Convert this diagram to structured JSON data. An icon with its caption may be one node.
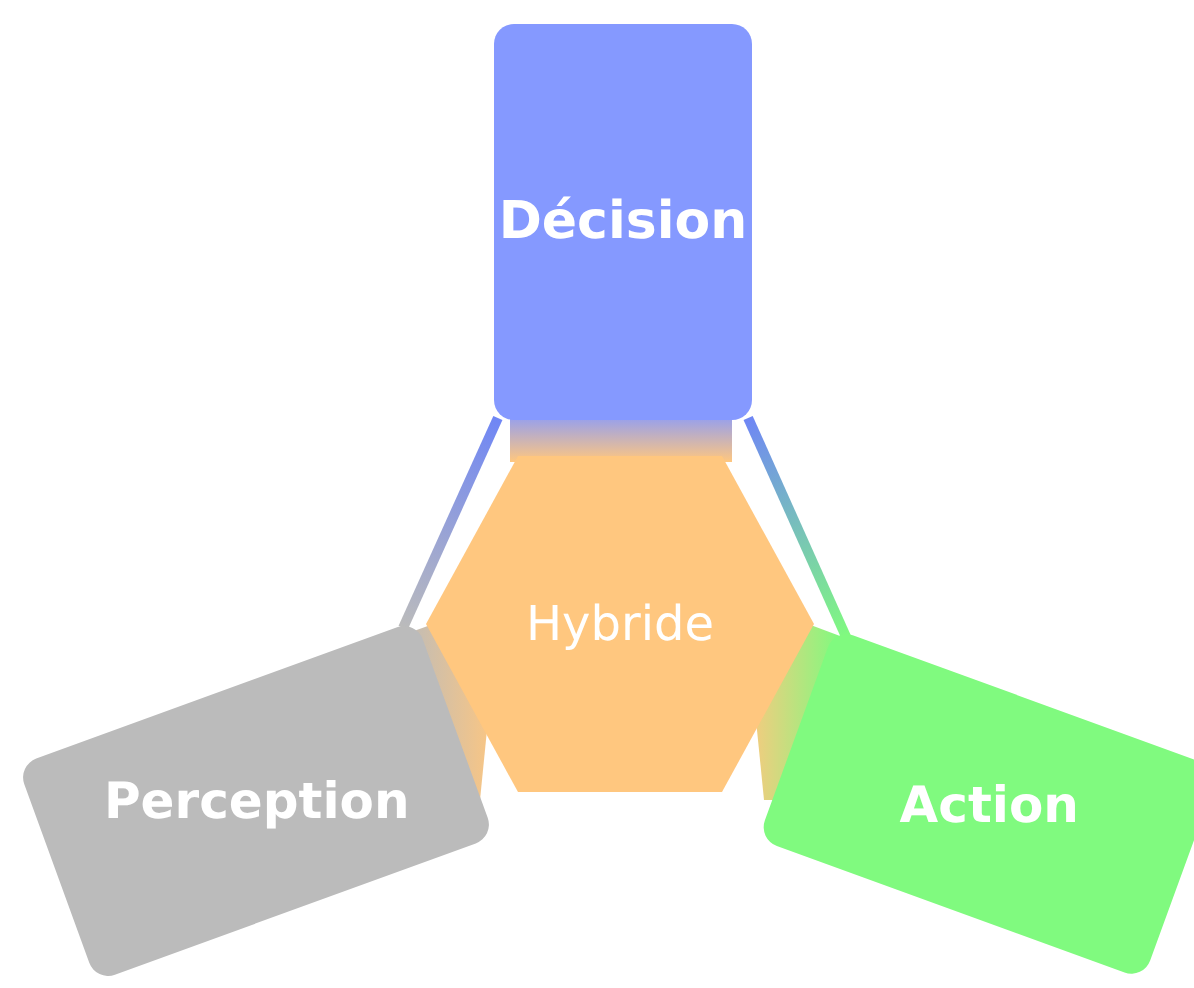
{
  "diagram": {
    "nodes": [
      {
        "text": [
          "Décision"
        ]
      },
      {
        "text": [
          "Hybride"
        ]
      },
      {
        "text": [
          "Perception"
        ]
      },
      {
        "text": [
          "Action"
        ]
      }
    ],
    "edges": [
      {
        "from": 0,
        "to": 2,
        "arrow": "none"
      },
      {
        "from": 0,
        "to": 3,
        "arrow": "none"
      }
    ]
  }
}
